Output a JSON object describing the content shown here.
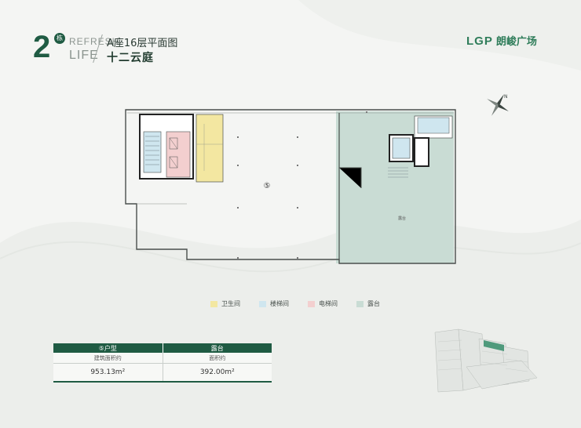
{
  "header": {
    "building_number": "2",
    "building_suffix": "栋",
    "brand_line1": "REFRESH",
    "brand_line2": "LIFE",
    "title": "A座16层平面图",
    "subtitle": "十二云庭"
  },
  "logo": {
    "latin": "LGP",
    "chinese": "朗峻广场"
  },
  "plan": {
    "unit_marker": "⑤",
    "terrace_label": "露台"
  },
  "legend": [
    {
      "label": "卫生间",
      "color": "#f3e7a1"
    },
    {
      "label": "楼梯间",
      "color": "#cfe6ef"
    },
    {
      "label": "电梯间",
      "color": "#f3cfcf"
    },
    {
      "label": "露台",
      "color": "#c9dcd4"
    }
  ],
  "table": {
    "headers": [
      "⑤户型",
      "露台"
    ],
    "row_labels": [
      "建筑面积约",
      "面积约"
    ],
    "row_values": [
      "953.13m²",
      "392.00m²"
    ]
  },
  "colors": {
    "brand_green": "#1f5b43",
    "terrace": "#c9dcd4"
  },
  "icons": {
    "compass": "north-compass-icon"
  }
}
